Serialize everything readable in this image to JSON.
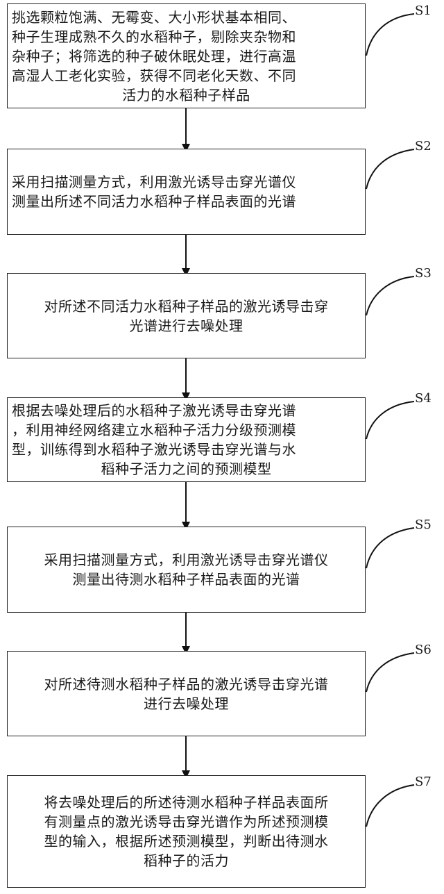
{
  "steps": [
    {
      "label": "S1",
      "lines": [
        "挑选颗粒饱满、无霉变、大小形状基本相同、",
        "种子生理成熟不久的水稻种子，剔除夹杂物和",
        "杂种子；将筛选的种子破休眠处理，进行高温",
        "高湿人工老化实验，获得不同老化天数、不同",
        "活力的水稻种子样品"
      ]
    },
    {
      "label": "S2",
      "lines": [
        "采用扫描测量方式，利用激光诱导击穿光谱仪",
        "测量出所述不同活力水稻种子样品表面的光谱"
      ]
    },
    {
      "label": "S3",
      "lines": [
        "对所述不同活力水稻种子样品的激光诱导击穿",
        "光谱进行去噪处理"
      ]
    },
    {
      "label": "S4",
      "lines": [
        "根据去噪处理后的水稻种子激光诱导击穿光谱",
        "，利用神经网络建立水稻种子活力分级预测模",
        "型，训练得到水稻种子激光诱导击穿光谱与水",
        "稻种子活力之间的预测模型"
      ]
    },
    {
      "label": "S5",
      "lines": [
        "采用扫描测量方式，利用激光诱导击穿光谱仪",
        "测量出待测水稻种子样品表面的光谱"
      ]
    },
    {
      "label": "S6",
      "lines": [
        "对所述待测水稻种子样品的激光诱导击穿光谱",
        "进行去噪处理"
      ]
    },
    {
      "label": "S7",
      "lines": [
        "将去噪处理后的所述待测水稻种子样品表面所",
        "有测量点的激光诱导击穿光谱作为所述预测模",
        "型的输入，根据所述预测模型，判断出待测水",
        "稻种子的活力"
      ]
    }
  ]
}
